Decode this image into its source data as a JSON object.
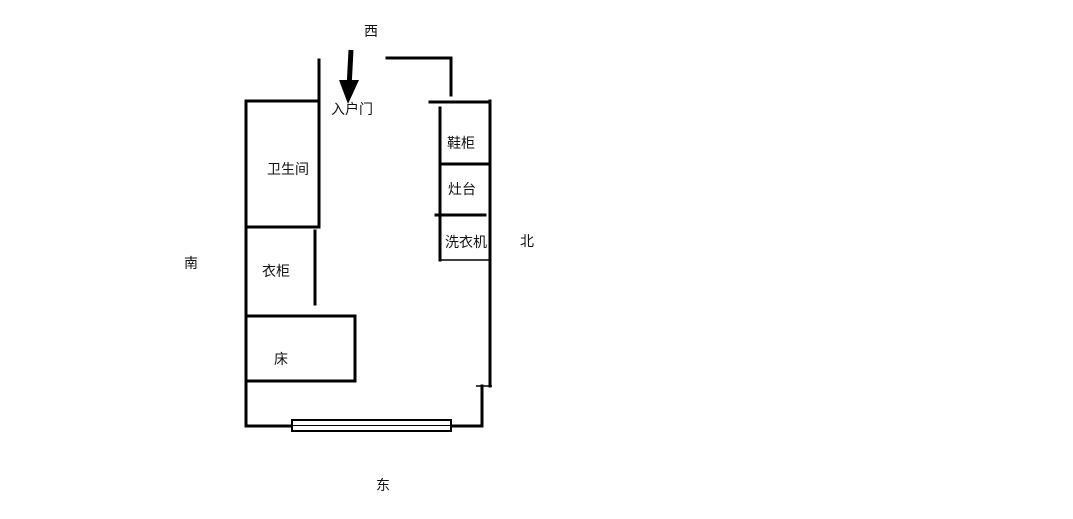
{
  "compass": {
    "west": "西",
    "east": "东",
    "south": "南",
    "north": "北"
  },
  "rooms": {
    "entrance": "入户门",
    "bathroom": "卫生间",
    "wardrobe": "衣柜",
    "bed": "床",
    "shoe_cabinet": "鞋柜",
    "stove": "灶台",
    "washing_machine": "洗衣机"
  }
}
